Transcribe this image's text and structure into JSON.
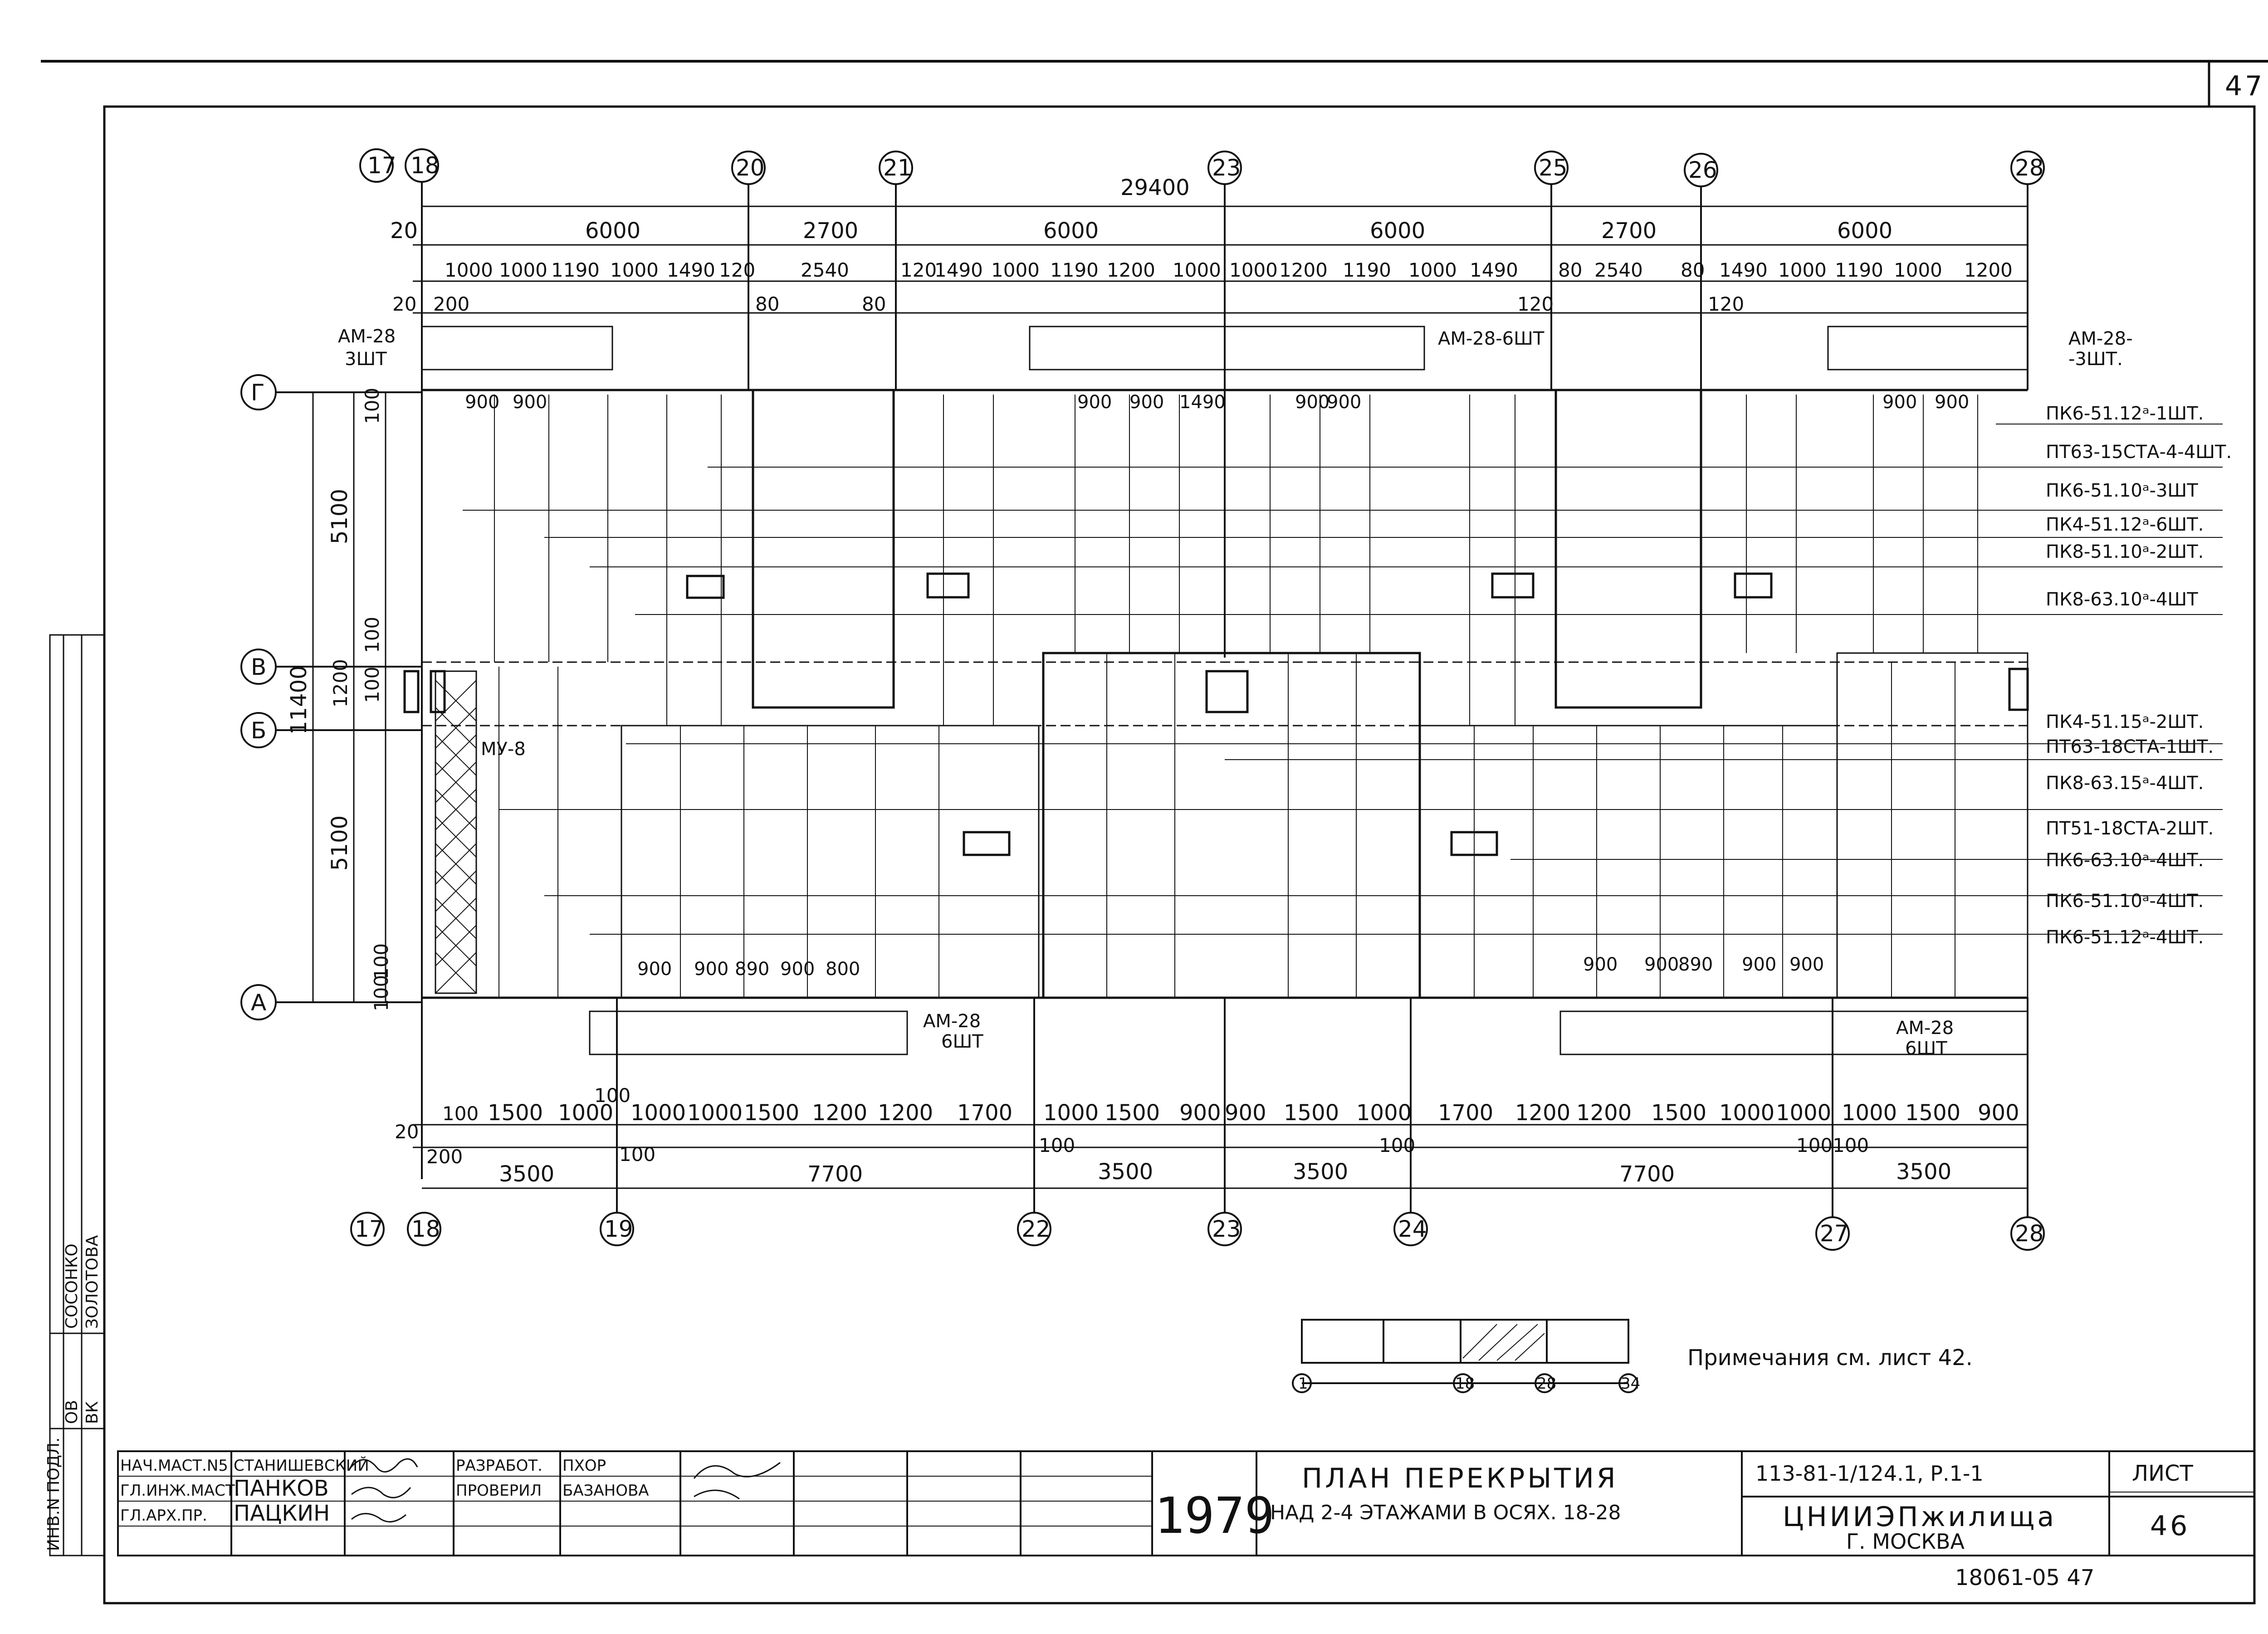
{
  "sheet": {
    "number_top": "47",
    "number_bottom": "46",
    "sheet_label": "ЛИСТ",
    "archive": "18061-05 47"
  },
  "top_dims": {
    "total": "29400",
    "row1": [
      "20",
      "6000",
      "2700",
      "6000",
      "6000",
      "2700",
      "6000"
    ],
    "row2": [
      "1000",
      "1000",
      "1190",
      "1000",
      "1490",
      "120",
      "2540",
      "120",
      "1490",
      "1000",
      "1190",
      "1200",
      "1000",
      "1000",
      "1200",
      "1190",
      "1000",
      "1490",
      "80",
      "2540",
      "80",
      "1490",
      "1000",
      "1190",
      "1000",
      "1200"
    ],
    "row3": [
      "20",
      "200",
      "80",
      "80",
      "120",
      "120"
    ]
  },
  "top_axes": [
    "17",
    "18",
    "20",
    "21",
    "23",
    "25",
    "26",
    "28"
  ],
  "bottom_axes": [
    "17",
    "18",
    "19",
    "22",
    "23",
    "24",
    "27",
    "28"
  ],
  "left_axes": [
    "Г",
    "В",
    "Б",
    "А"
  ],
  "left_dims": [
    "5100",
    "11400",
    "1200",
    "5100",
    "100",
    "100",
    "100",
    "100",
    "100"
  ],
  "bottom_dims": {
    "row1": [
      "100",
      "1500",
      "1000",
      "100",
      "1000",
      "1000",
      "1500",
      "1200",
      "1200",
      "1700",
      "1000",
      "1500",
      "900",
      "900",
      "1500",
      "1000",
      "1700",
      "1200",
      "1200",
      "1500",
      "1000",
      "1000",
      "1000",
      "1500",
      "900"
    ],
    "row2": [
      "20",
      "200",
      "100",
      "100",
      "100",
      "100",
      "100"
    ],
    "row3": [
      "3500",
      "7700",
      "3500",
      "3500",
      "7700",
      "3500"
    ]
  },
  "inner_dims": {
    "top_left": [
      "900",
      "900"
    ],
    "top_mid": [
      "900",
      "900",
      "1490",
      "900",
      "900"
    ],
    "top_right": [
      "900",
      "900"
    ],
    "bot_left": [
      "900",
      "900",
      "890",
      "900",
      "800"
    ],
    "bot_right": [
      "900",
      "900",
      "890",
      "900",
      "900"
    ]
  },
  "anchors": {
    "am28_tl": "АМ-28",
    "am28_tl_qty": "3ШТ",
    "am28_tm": "АМ-28-6ШТ",
    "am28_tr": "АМ-28-",
    "am28_tr_qty": "-3ШТ.",
    "am28_bl": "АМ-28",
    "am28_bl_qty": "6ШТ",
    "am28_br": "АМ-28",
    "am28_br_qty": "6ШТ",
    "mu8": "МУ-8"
  },
  "schedule": [
    "ПК6-51.12ᵃ-1ШТ.",
    "ПТ63-15СТА-4-4ШТ.",
    "ПК6-51.10ᵃ-3ШТ",
    "ПК4-51.12ᵃ-6ШТ.",
    "ПК8-51.10ᵃ-2ШТ.",
    "ПК8-63.10ᵃ-4ШТ",
    "ПК4-51.15ᵃ-2ШТ.",
    "ПТ63-18СТА-1ШТ.",
    "ПК8-63.15ᵃ-4ШТ.",
    "ПТ51-18СТА-2ШТ.",
    "ПК6-63.10ᵃ-4ШТ.",
    "ПК6-51.10ᵃ-4ШТ.",
    "ПК6-51.12ᵃ-4ШТ."
  ],
  "key_plan": {
    "labels": [
      "1",
      "18",
      "28",
      "34"
    ]
  },
  "note": "Примечания см. лист 42.",
  "title_block": {
    "roles": [
      "НАЧ.МАСТ.N5",
      "ГЛ.ИНЖ.МАСТ.",
      "ГЛ.АРХ.ПР."
    ],
    "names": [
      "СТАНИШЕВСКИЙ",
      "ПАНКОВ",
      "ПАЦКИН"
    ],
    "roles2": [
      "РАЗРАБОТ.",
      "ПРОВЕРИЛ"
    ],
    "names2": [
      "ПХОР",
      "БАЗАНОВА"
    ],
    "year": "1979",
    "title1": "ПЛАН ПЕРЕКРЫТИЯ",
    "title2": "НАД 2-4 ЭТАЖАМИ В ОСЯХ. 18-28",
    "code": "113-81-1/124.1, Р.1-1",
    "org": "ЦНИИЭПжилища",
    "city": "Г. МОСКВА"
  },
  "side_stamp": {
    "label1": "ИНВ.N ПОДЛ.",
    "ov": "ОВ",
    "vk": "ВК",
    "name1": "СОСОНКО",
    "name2": "ЗОЛОТОВА"
  }
}
